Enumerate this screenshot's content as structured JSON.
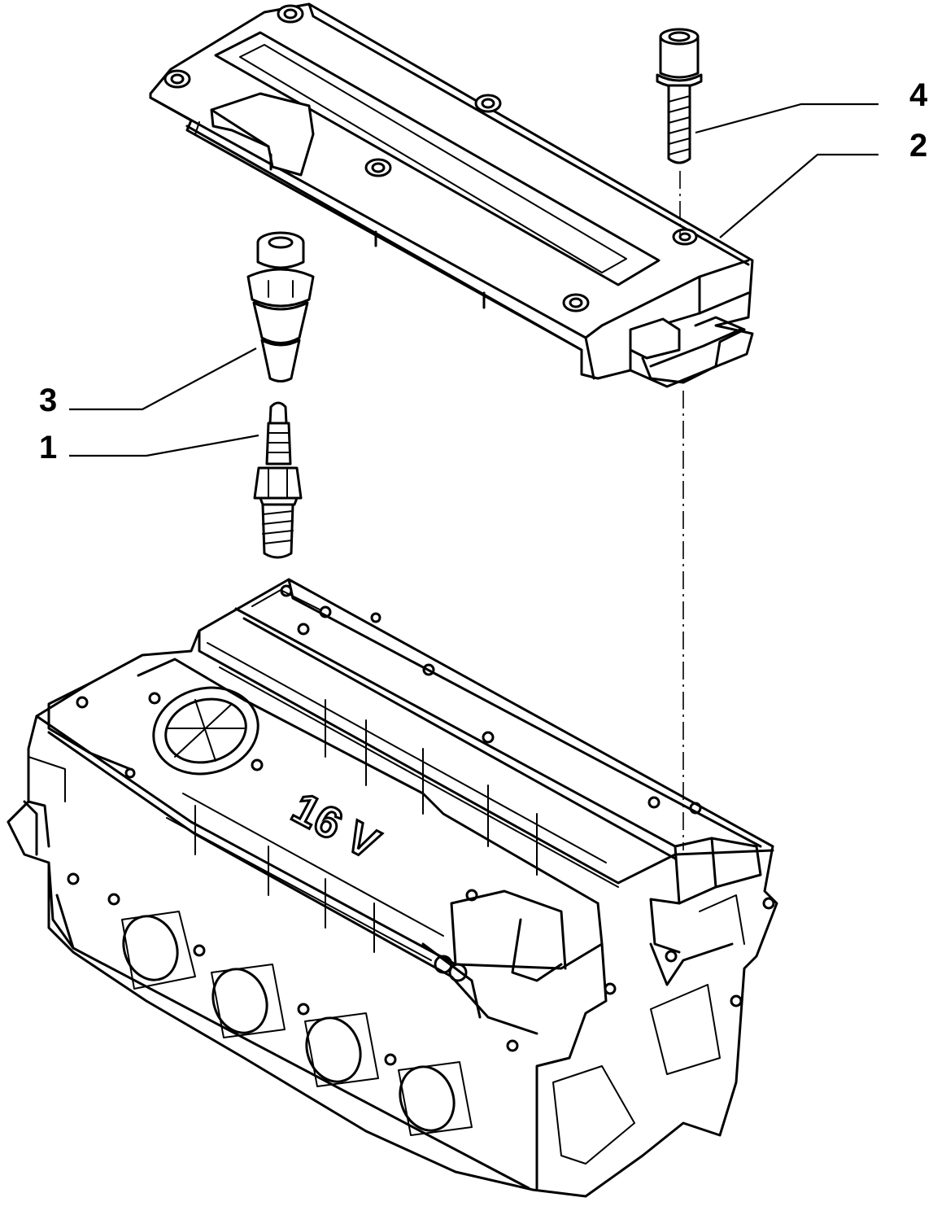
{
  "callouts": [
    {
      "id": "4",
      "label": "4"
    },
    {
      "id": "2",
      "label": "2"
    },
    {
      "id": "3",
      "label": "3"
    },
    {
      "id": "1",
      "label": "1"
    }
  ],
  "engraving": {
    "text": "16 V"
  },
  "parts": [
    {
      "name": "spark-plug",
      "callout": "1"
    },
    {
      "name": "ignition-cover",
      "callout": "2"
    },
    {
      "name": "ignition-coil-boot",
      "callout": "3"
    },
    {
      "name": "cover-screw",
      "callout": "4"
    }
  ]
}
